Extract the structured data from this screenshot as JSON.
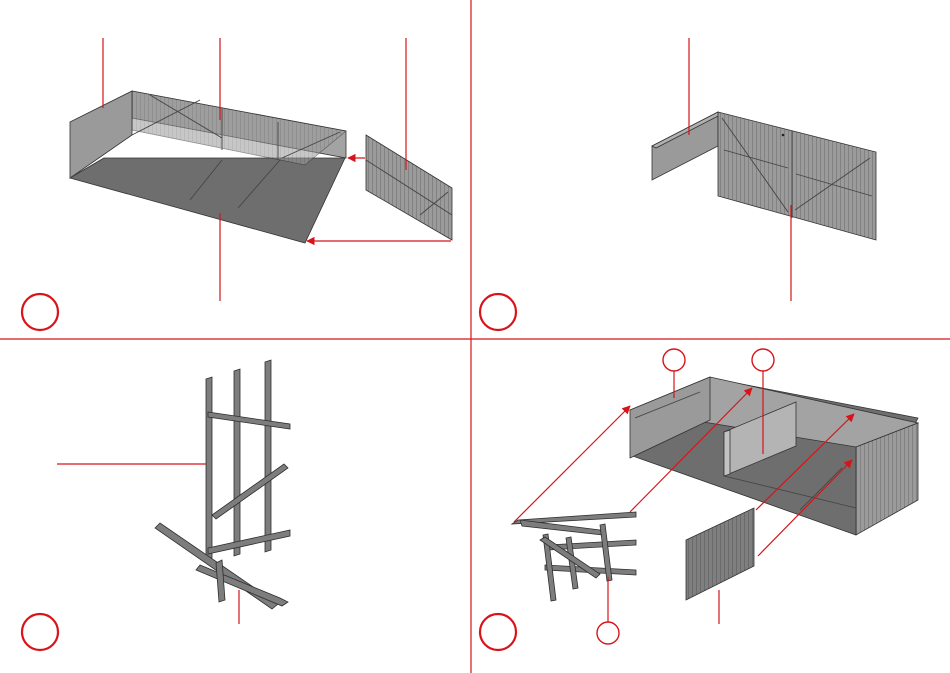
{
  "colors": {
    "accent_red": "#d7141a",
    "wall_light": "#a3a3a3",
    "wall_mid": "#8f8f8f",
    "floor_dark": "#6e6e6e",
    "outline": "#333333"
  },
  "steps": [
    {
      "panel": "top-left",
      "number": ""
    },
    {
      "panel": "top-right",
      "number": ""
    },
    {
      "panel": "bottom-left",
      "number": ""
    },
    {
      "panel": "bottom-right",
      "number": ""
    }
  ]
}
